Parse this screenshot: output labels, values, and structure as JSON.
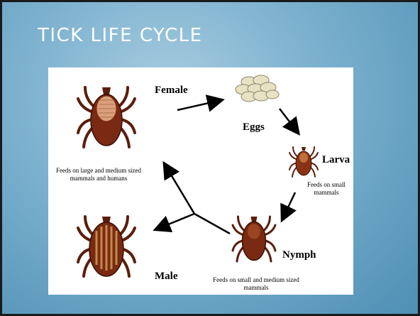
{
  "slide": {
    "title": "TICK LIFE CYCLE"
  },
  "diagram": {
    "stages": {
      "female": "Female",
      "eggs": "Eggs",
      "larva": "Larva",
      "nymph": "Nymph",
      "male": "Male"
    },
    "notes": {
      "adult": "Feeds on large and medium sized mammals and humans",
      "larva": "Feeds on small mammals",
      "nymph": "Feeds on small and medium sized mammals"
    }
  },
  "colors": {
    "tick_body": "#7a2a12",
    "tick_shield": "#d9a07a",
    "egg": "#e8e2c4",
    "arrow": "#000000"
  }
}
